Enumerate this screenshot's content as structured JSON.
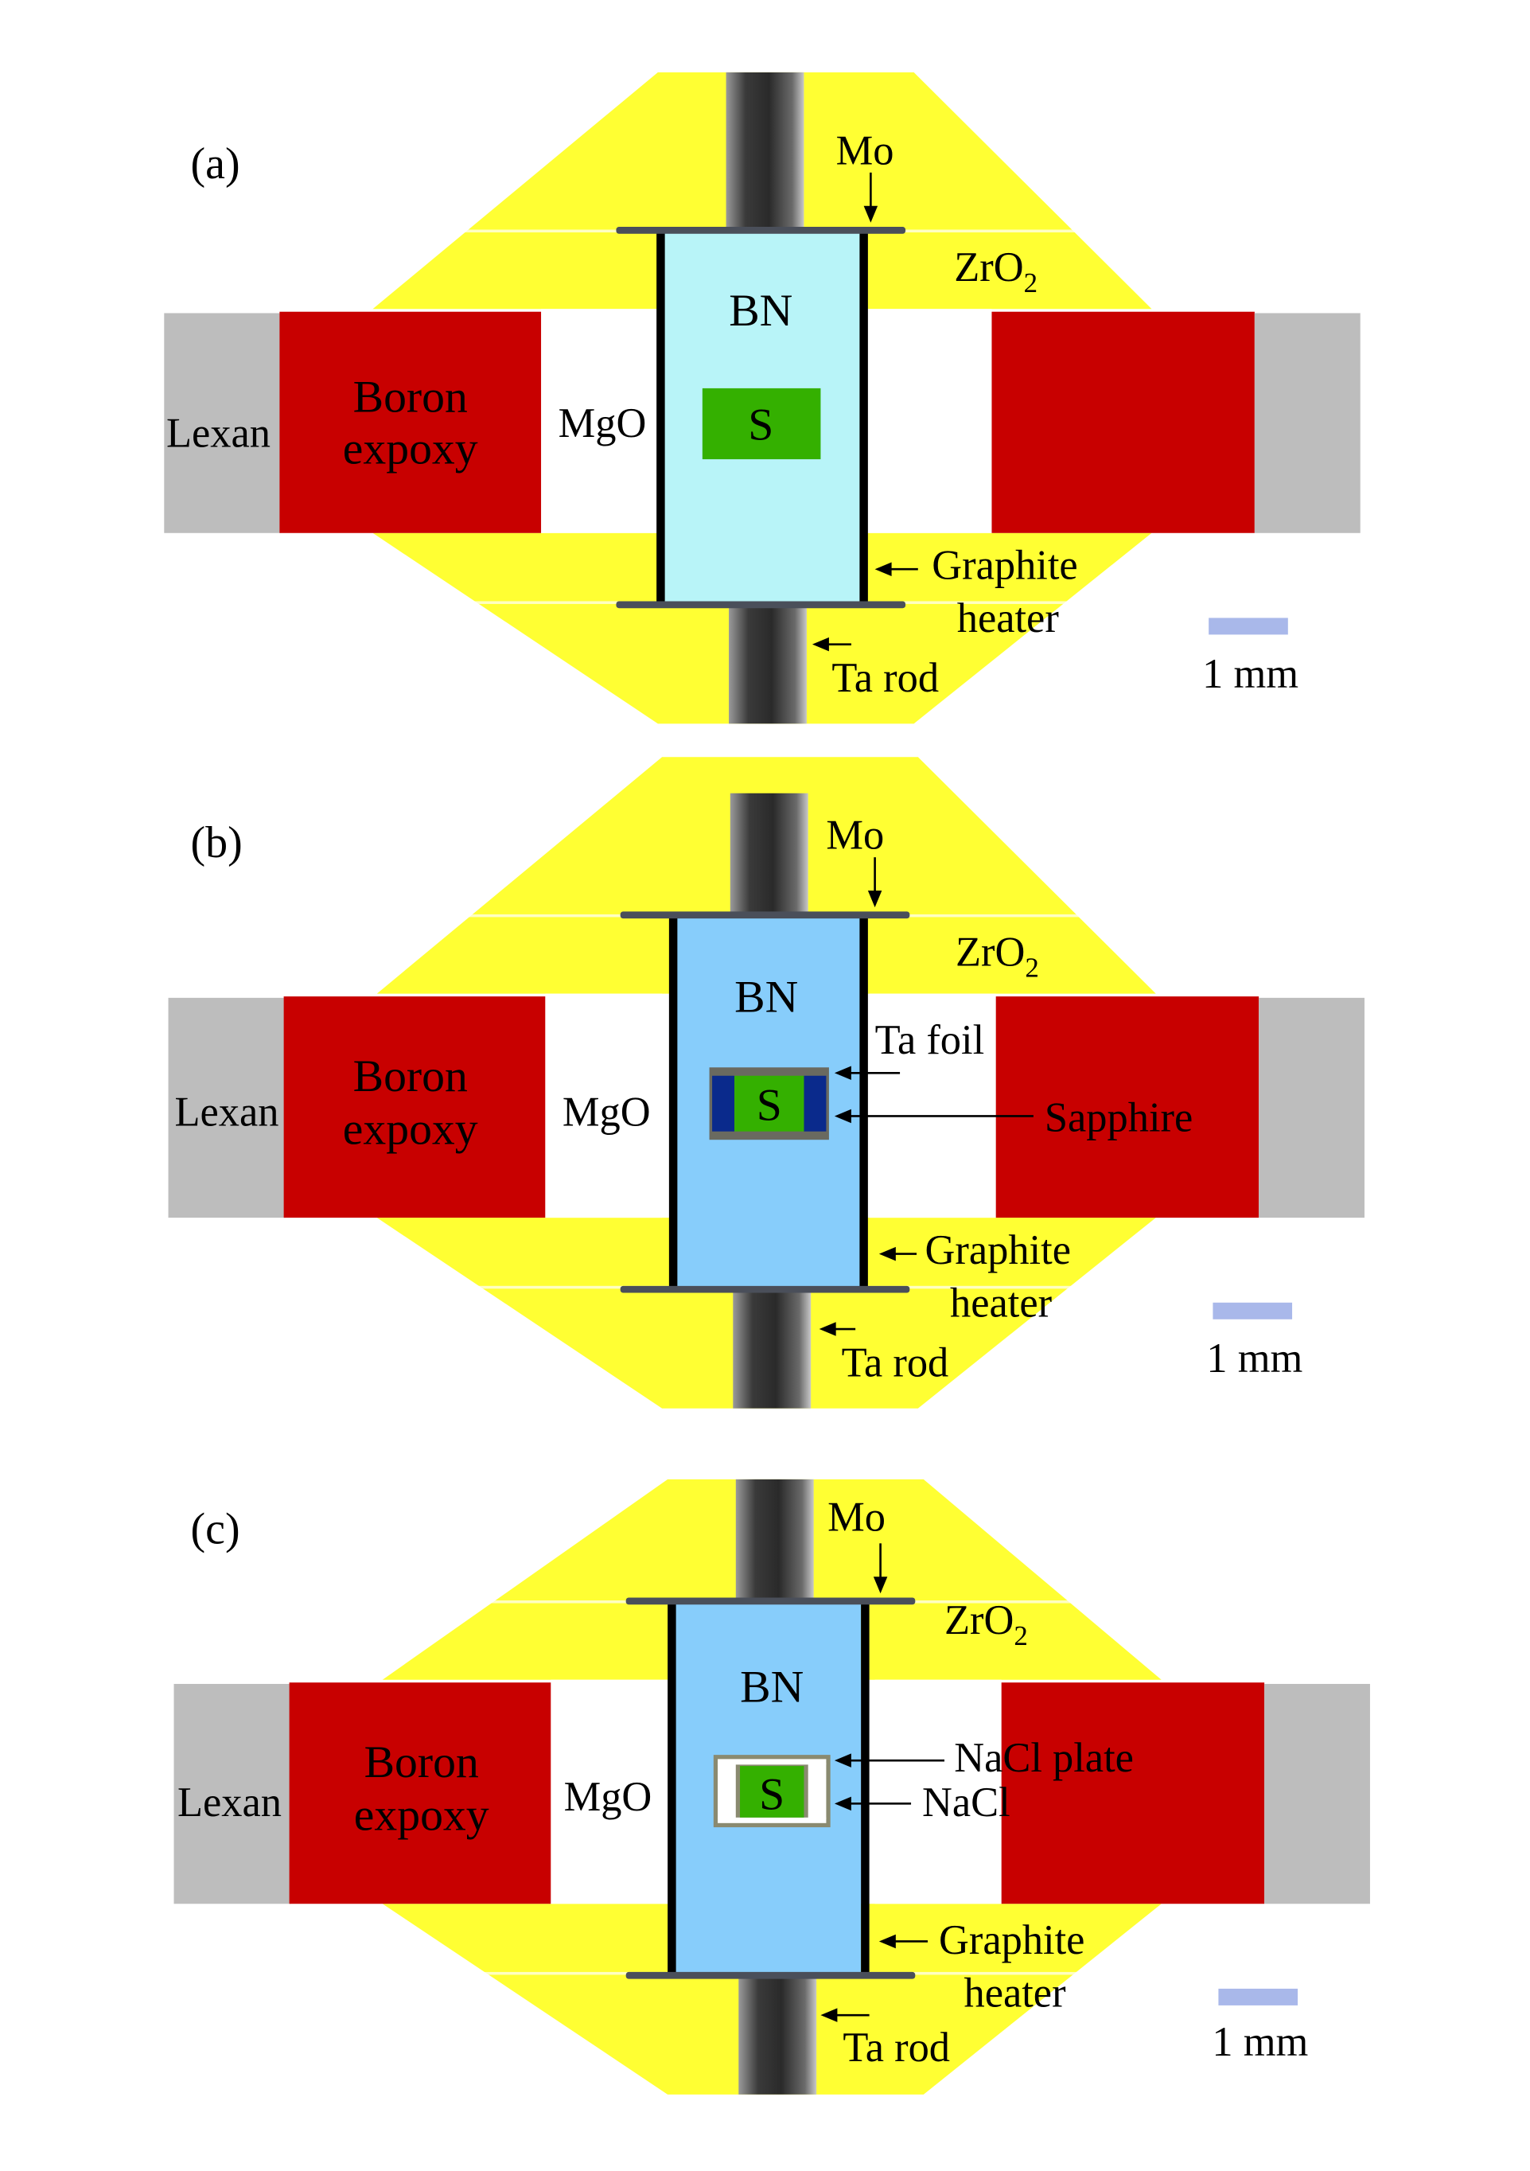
{
  "figure": {
    "colors": {
      "zro2": "#ffff33",
      "boron_epoxy": "#c80000",
      "lexan": "#bdbdbd",
      "mgo": "#ffffff",
      "bn_a": "#b8f4f8",
      "bn_bc": "#87cdfb",
      "sample": "#34b000",
      "heater": "#000000",
      "mo_plate": "#4a4f5a",
      "sapphire": "#0a2a8c",
      "nacl": "#ffffff",
      "scale_bar": "#a9b8ea"
    },
    "panels": [
      {
        "id": "a",
        "tag": "(a)",
        "labels": {
          "mo": "Mo",
          "zro2_main": "ZrO",
          "zro2_sub": "2",
          "bn": "BN",
          "boron_line1": "Boron",
          "boron_line2": "expoxy",
          "lexan": "Lexan",
          "mgo": "MgO",
          "sample": "S",
          "graphite_line1": "Graphite",
          "graphite_line2": "heater",
          "ta_rod": "Ta rod",
          "scale": "1 mm"
        }
      },
      {
        "id": "b",
        "tag": "(b)",
        "labels": {
          "mo": "Mo",
          "zro2_main": "ZrO",
          "zro2_sub": "2",
          "bn": "BN",
          "boron_line1": "Boron",
          "boron_line2": "expoxy",
          "lexan": "Lexan",
          "mgo": "MgO",
          "sample": "S",
          "ta_foil": "Ta foil",
          "sapphire": "Sapphire",
          "graphite_line1": "Graphite",
          "graphite_line2": "heater",
          "ta_rod": "Ta rod",
          "scale": "1 mm"
        }
      },
      {
        "id": "c",
        "tag": "(c)",
        "labels": {
          "mo": "Mo",
          "zro2_main": "ZrO",
          "zro2_sub": "2",
          "bn": "BN",
          "boron_line1": "Boron",
          "boron_line2": "expoxy",
          "lexan": "Lexan",
          "mgo": "MgO",
          "sample": "S",
          "nacl_plate": "NaCl plate",
          "nacl": "NaCl",
          "graphite_line1": "Graphite",
          "graphite_line2": "heater",
          "ta_rod": "Ta rod",
          "scale": "1 mm"
        }
      }
    ]
  }
}
